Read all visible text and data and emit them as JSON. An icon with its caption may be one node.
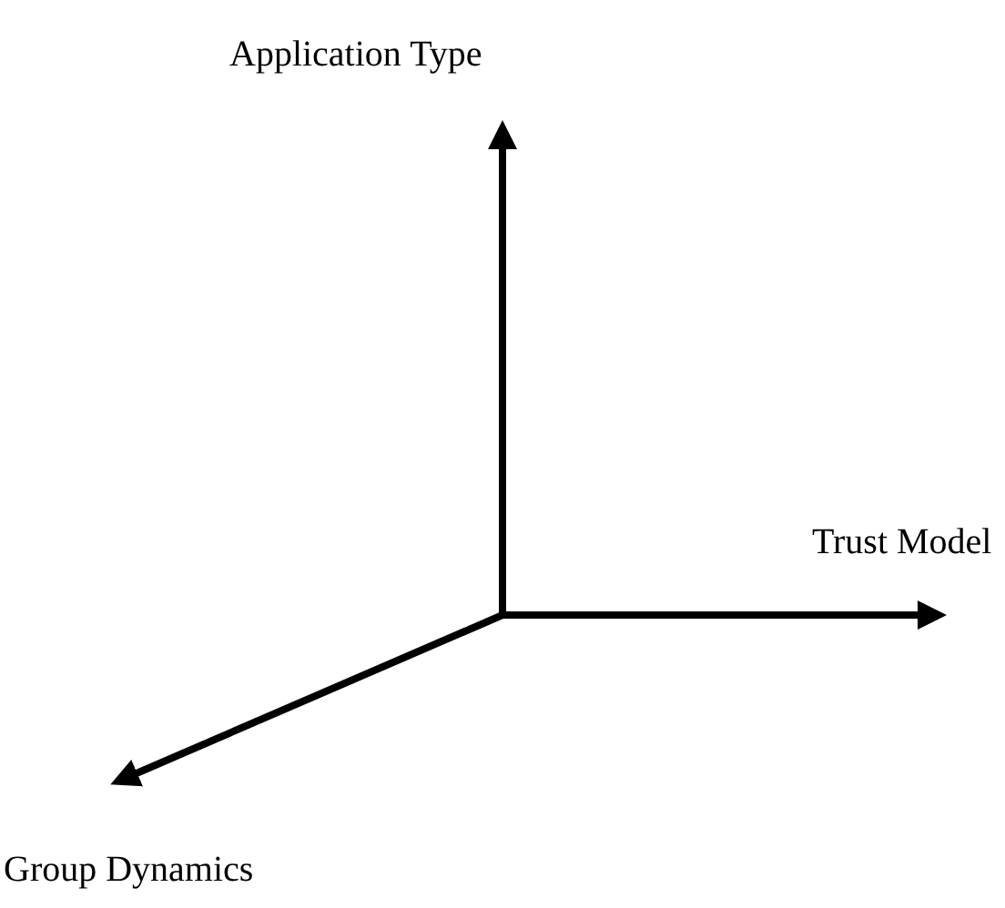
{
  "diagram": {
    "labels": [
      "Application Type",
      "Trust Model",
      "Group Dynamics"
    ]
  }
}
